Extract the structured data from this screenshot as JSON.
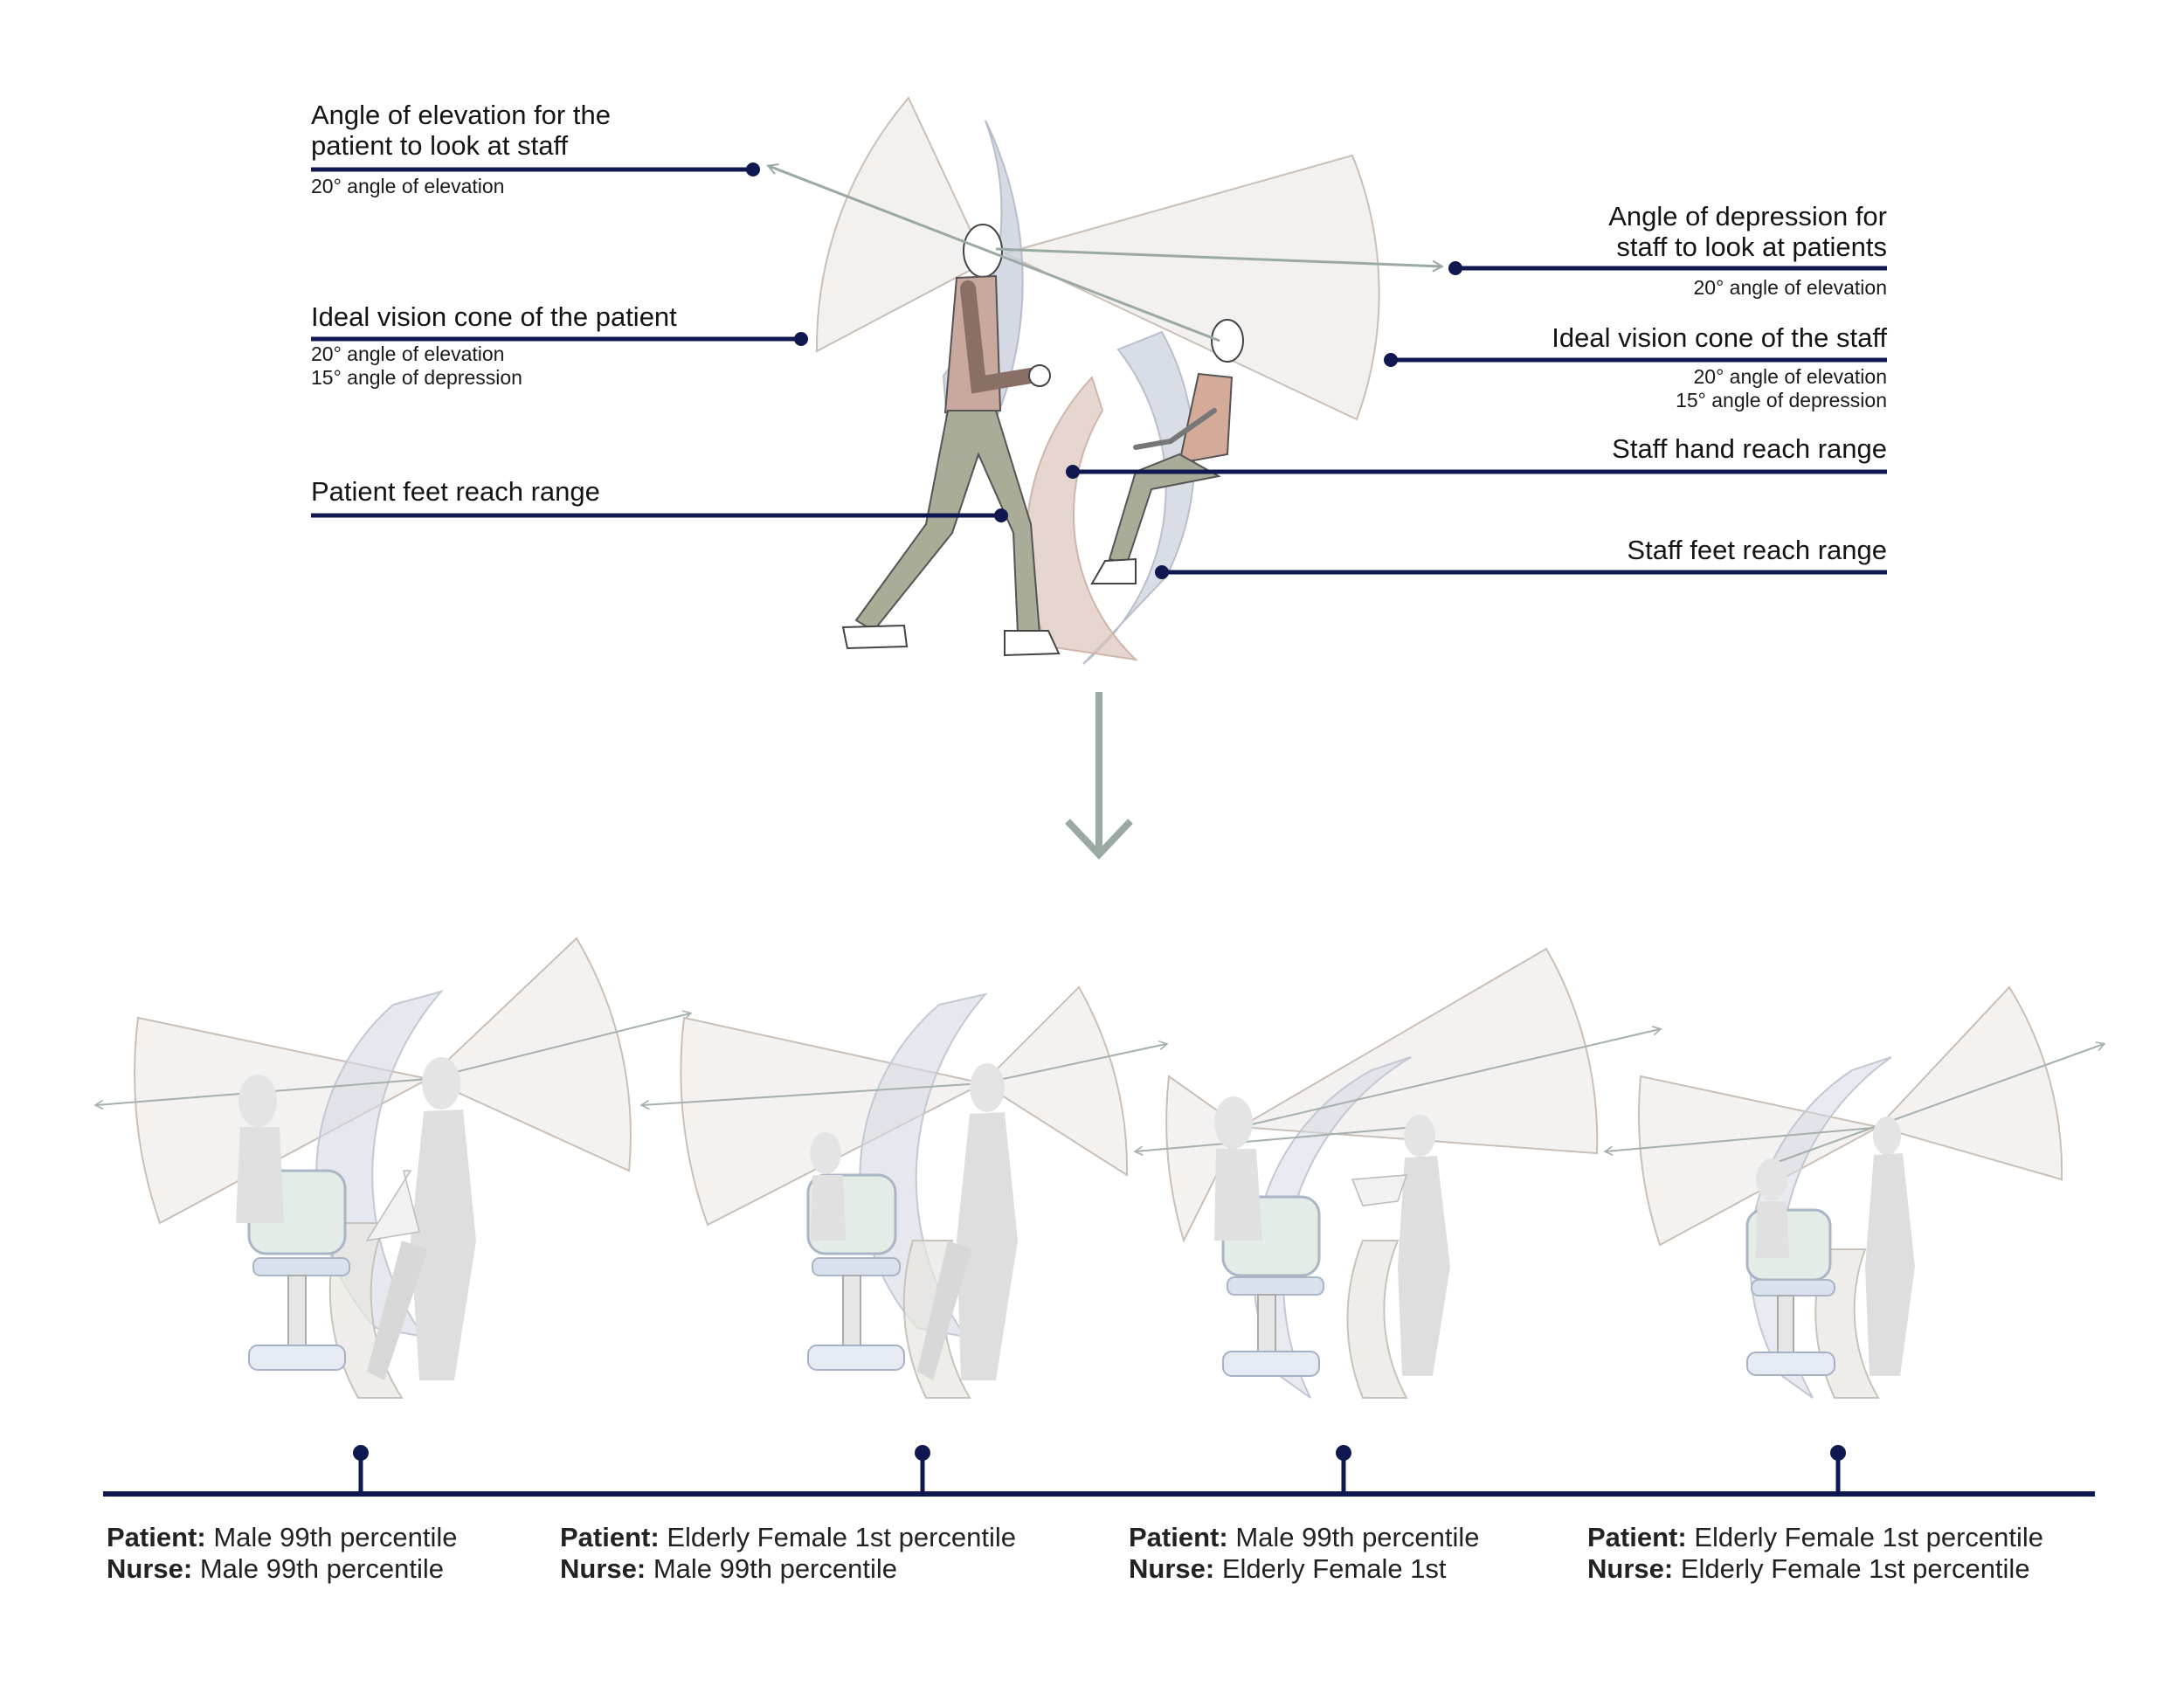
{
  "top_diagram": {
    "left_callouts": [
      {
        "title_lines": [
          "Angle of elevation for the",
          "patient to look at staff"
        ],
        "notes": [
          "20° angle of elevation"
        ]
      },
      {
        "title_lines": [
          "Ideal vision cone of the patient"
        ],
        "notes": [
          "20° angle of elevation",
          "15° angle of depression"
        ]
      },
      {
        "title_lines": [
          "Patient feet reach range"
        ],
        "notes": []
      }
    ],
    "right_callouts": [
      {
        "title_lines": [
          "Angle of depression for",
          "staff to look at patients"
        ],
        "notes": [
          "20° angle of elevation"
        ]
      },
      {
        "title_lines": [
          "Ideal vision cone of the staff"
        ],
        "notes": [
          "20° angle of elevation",
          "15° angle of depression"
        ]
      },
      {
        "title_lines": [
          "Staff hand reach range"
        ],
        "notes": []
      },
      {
        "title_lines": [
          "Staff feet reach range"
        ],
        "notes": []
      }
    ]
  },
  "scenarios": [
    {
      "patient_label": "Patient:",
      "patient_value": "Male 99th percentile",
      "nurse_label": "Nurse:",
      "nurse_value": "Male 99th percentile"
    },
    {
      "patient_label": "Patient:",
      "patient_value": "Elderly Female 1st percentile",
      "nurse_label": "Nurse:",
      "nurse_value": "Male 99th percentile"
    },
    {
      "patient_label": "Patient:",
      "patient_value": "Male 99th percentile",
      "nurse_label": "Nurse:",
      "nurse_value": "Elderly Female 1st"
    },
    {
      "patient_label": "Patient:",
      "patient_value": "Elderly Female 1st percentile",
      "nurse_label": "Nurse:",
      "nurse_value": "Elderly Female 1st percentile"
    }
  ],
  "colors": {
    "navy": "#0f1850",
    "arrow_green": "#9aaaa3",
    "cone_fill": "#f1efec",
    "cone_stroke": "#c9bdb3",
    "reach_blue": "#c9cfdc",
    "reach_rose": "#dcc4bb"
  }
}
